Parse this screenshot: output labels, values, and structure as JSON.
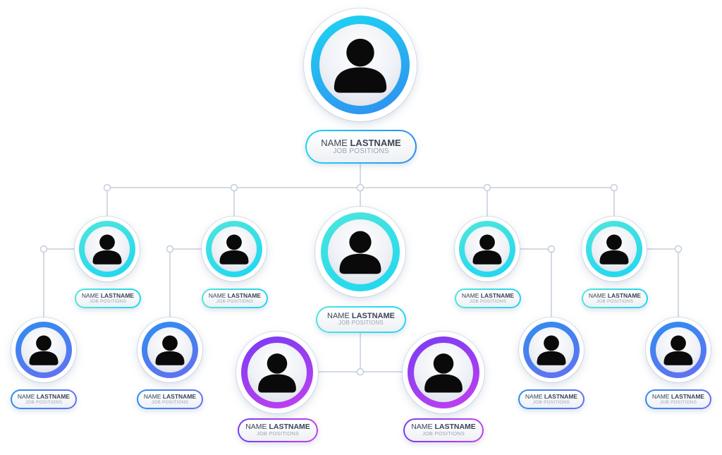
{
  "colors": {
    "line": "#c5cedb",
    "dot_fill": "#ffffff",
    "icon": "#0a0a0a",
    "cyan": "#1ed6f2",
    "blue": "#2f8df0",
    "teal": "#4ee6dc",
    "indigo": "#6570f0",
    "violet": "#7a3cf2",
    "magenta": "#c040f0"
  },
  "icon": "person-icon",
  "nodes": [
    {
      "id": "ceo",
      "first": "NAME",
      "last": "LASTNAME",
      "position": "JOB POSITIONS",
      "tier": "top"
    },
    {
      "id": "m1",
      "first": "NAME",
      "last": "LASTNAME",
      "position": "JOB POSITIONS",
      "tier": "manager"
    },
    {
      "id": "m2",
      "first": "NAME",
      "last": "LASTNAME",
      "position": "JOB POSITIONS",
      "tier": "manager"
    },
    {
      "id": "m3",
      "first": "NAME",
      "last": "LASTNAME",
      "position": "JOB POSITIONS",
      "tier": "center"
    },
    {
      "id": "m4",
      "first": "NAME",
      "last": "LASTNAME",
      "position": "JOB POSITIONS",
      "tier": "manager"
    },
    {
      "id": "m5",
      "first": "NAME",
      "last": "LASTNAME",
      "position": "JOB POSITIONS",
      "tier": "manager"
    },
    {
      "id": "s1",
      "first": "NAME",
      "last": "LASTNAME",
      "position": "JOB POSITIONS",
      "tier": "staff"
    },
    {
      "id": "s2",
      "first": "NAME",
      "last": "LASTNAME",
      "position": "JOB POSITIONS",
      "tier": "staff"
    },
    {
      "id": "s3",
      "first": "NAME",
      "last": "LASTNAME",
      "position": "JOB POSITIONS",
      "tier": "staff"
    },
    {
      "id": "s4",
      "first": "NAME",
      "last": "LASTNAME",
      "position": "JOB POSITIONS",
      "tier": "staff"
    },
    {
      "id": "p1",
      "first": "NAME",
      "last": "LASTNAME",
      "position": "JOB POSITIONS",
      "tier": "purple"
    },
    {
      "id": "p2",
      "first": "NAME",
      "last": "LASTNAME",
      "position": "JOB POSITIONS",
      "tier": "purple"
    }
  ],
  "edges": [
    [
      "ceo",
      "m1"
    ],
    [
      "ceo",
      "m2"
    ],
    [
      "ceo",
      "m3"
    ],
    [
      "ceo",
      "m4"
    ],
    [
      "ceo",
      "m5"
    ],
    [
      "m1",
      "s1"
    ],
    [
      "m2",
      "s2"
    ],
    [
      "m4",
      "s3"
    ],
    [
      "m5",
      "s4"
    ],
    [
      "m3",
      "p1"
    ],
    [
      "m3",
      "p2"
    ]
  ]
}
